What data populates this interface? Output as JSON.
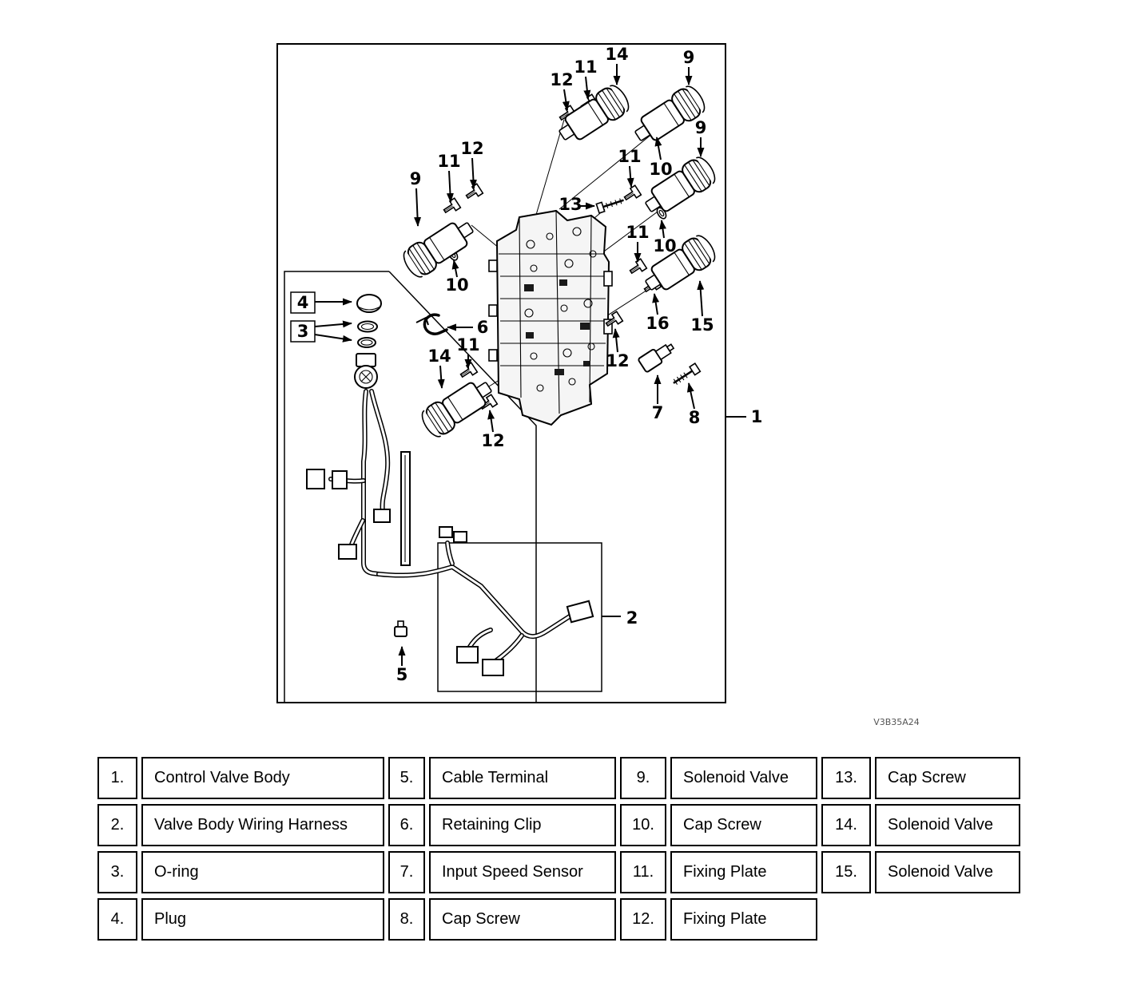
{
  "figure": {
    "watermark": "V3B35A24"
  },
  "diagram": {
    "callouts": [
      "12",
      "11",
      "14",
      "9",
      "9",
      "11",
      "10",
      "9",
      "11",
      "12",
      "13",
      "11",
      "10",
      "10",
      "4",
      "3",
      "6",
      "14",
      "11",
      "16",
      "15",
      "12",
      "7",
      "8",
      "1",
      "12",
      "2",
      "5"
    ]
  },
  "legend": {
    "items": [
      {
        "num": "1.",
        "label": "Control Valve Body"
      },
      {
        "num": "2.",
        "label": "Valve Body Wiring Harness"
      },
      {
        "num": "3.",
        "label": "O-ring"
      },
      {
        "num": "4.",
        "label": "Plug"
      },
      {
        "num": "5.",
        "label": "Cable Terminal"
      },
      {
        "num": "6.",
        "label": "Retaining Clip"
      },
      {
        "num": "7.",
        "label": "Input Speed Sensor"
      },
      {
        "num": "8.",
        "label": "Cap Screw"
      },
      {
        "num": "9.",
        "label": "Solenoid Valve"
      },
      {
        "num": "10.",
        "label": "Cap Screw"
      },
      {
        "num": "11.",
        "label": "Fixing Plate"
      },
      {
        "num": "12.",
        "label": "Fixing Plate"
      },
      {
        "num": "13.",
        "label": "Cap Screw"
      },
      {
        "num": "14.",
        "label": "Solenoid Valve"
      },
      {
        "num": "15.",
        "label": "Solenoid Valve"
      }
    ]
  }
}
